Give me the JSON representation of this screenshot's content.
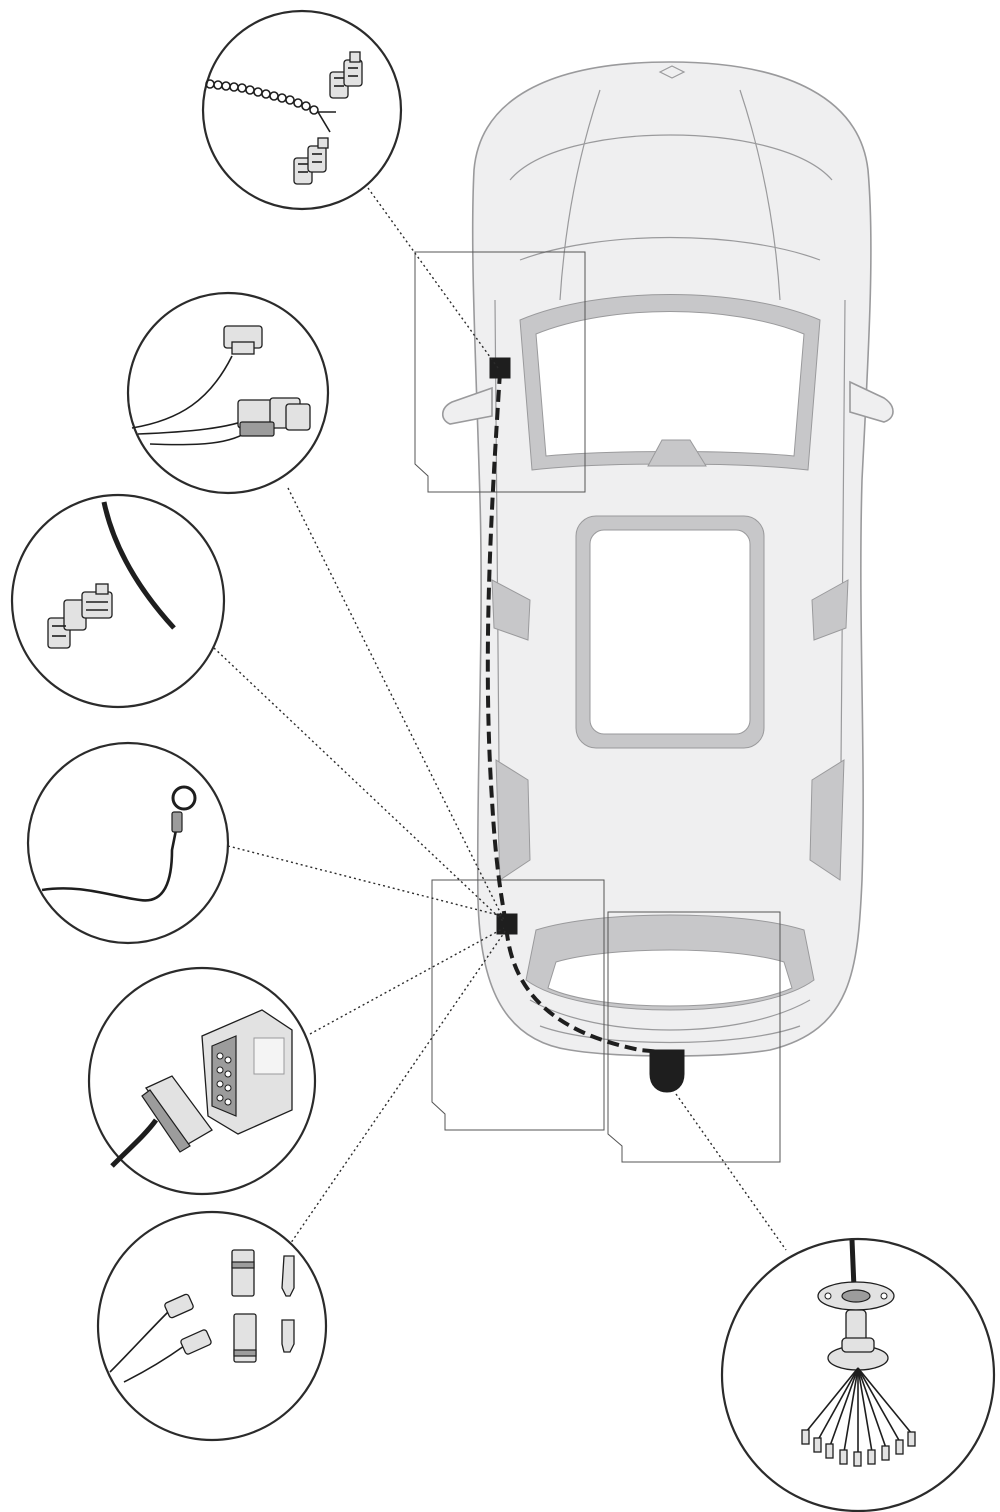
{
  "diagram": {
    "colors": {
      "background": "#ffffff",
      "car_fill": "#efeff0",
      "car_line": "#9a9a9c",
      "glass_frame": "#c7c7c9",
      "glass_fill": "#ffffff",
      "harness": "#1e1e1e",
      "leader": "#2b2b2b",
      "callout_frame": "#555555",
      "part_fill": "#e2e2e2"
    },
    "callouts": [
      {
        "id": "taillight-plug-connectors",
        "icon": "plug-connector-icon"
      },
      {
        "id": "vehicle-harness-plug",
        "icon": "harness-plug-icon"
      },
      {
        "id": "single-wire-connector",
        "icon": "wire-connector-icon"
      },
      {
        "id": "ground-ring-terminal",
        "icon": "ring-terminal-icon"
      },
      {
        "id": "control-module",
        "icon": "control-module-icon"
      },
      {
        "id": "spade-connectors-kit",
        "icon": "spade-connector-icon"
      },
      {
        "id": "towbar-socket-harness",
        "icon": "socket-harness-icon"
      }
    ]
  }
}
